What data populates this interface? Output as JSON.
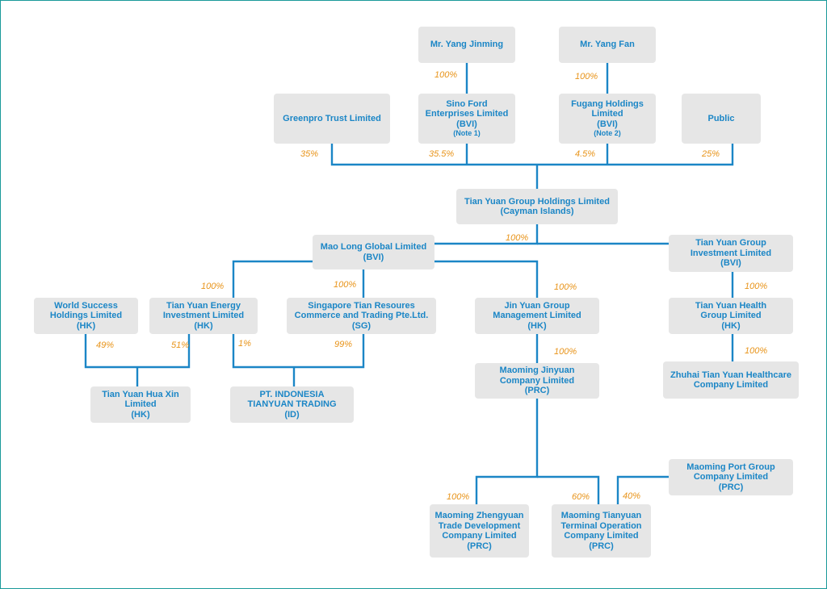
{
  "entities": {
    "yang_jinming": {
      "lines": [
        "Mr. Yang Jinming"
      ]
    },
    "yang_fan": {
      "lines": [
        "Mr. Yang Fan"
      ]
    },
    "greenpro": {
      "lines": [
        "Greenpro  Trust  Limited"
      ]
    },
    "sino_ford": {
      "lines": [
        "Sino Ford",
        "Enterprises Limited",
        "(BVI)"
      ],
      "note": "(Note 1)"
    },
    "fugang": {
      "lines": [
        "Fugang Holdings",
        "Limited",
        "(BVI)"
      ],
      "note": "(Note 2)"
    },
    "public": {
      "lines": [
        "Public"
      ]
    },
    "tian_yuan_group": {
      "lines": [
        "Tian Yuan Group Holdings Limited",
        "(Cayman Islands)"
      ]
    },
    "mao_long": {
      "lines": [
        "Mao Long Global Limited",
        "(BVI)"
      ]
    },
    "ty_investment": {
      "lines": [
        "Tian Yuan Group",
        "Investment  Limited",
        "(BVI)"
      ]
    },
    "world_success": {
      "lines": [
        "World Success",
        "Holdings Limited",
        "(HK)"
      ]
    },
    "ty_energy": {
      "lines": [
        "Tian Yuan Energy",
        "Investment Limited",
        "(HK)"
      ]
    },
    "singapore_tian": {
      "lines": [
        "Singapore Tian Resoures",
        "Commerce and Trading Pte.Ltd.",
        "(SG)"
      ]
    },
    "jin_yuan": {
      "lines": [
        "Jin Yuan Group",
        "Management Limited",
        "(HK)"
      ]
    },
    "ty_health": {
      "lines": [
        "Tian Yuan Health",
        "Group Limited",
        "(HK)"
      ]
    },
    "hua_xin": {
      "lines": [
        "Tian Yuan Hua Xin",
        "Limited",
        "(HK)"
      ]
    },
    "pt_indonesia": {
      "lines": [
        "PT. INDONESIA",
        "TIANYUAN TRADING",
        "(ID)"
      ]
    },
    "maoming_jinyuan": {
      "lines": [
        "Maoming Jinyuan",
        "Company Limited",
        "(PRC)"
      ]
    },
    "zhuhai": {
      "lines": [
        "Zhuhai Tian Yuan  Healthcare",
        "Company Limited"
      ]
    },
    "maoming_port": {
      "lines": [
        "Maoming Port Group",
        "Company Limited",
        "(PRC)"
      ]
    },
    "zhengyuan": {
      "lines": [
        "Maoming Zhengyuan",
        "Trade Development",
        "Company Limited",
        "(PRC)"
      ]
    },
    "tianyuan_terminal": {
      "lines": [
        "Maoming Tianyuan",
        "Terminal Operation",
        "Company Limited",
        "(PRC)"
      ]
    }
  },
  "ownership": [
    {
      "from": "yang_jinming",
      "to": "sino_ford",
      "label": "100%"
    },
    {
      "from": "yang_fan",
      "to": "fugang",
      "label": "100%"
    },
    {
      "from": "greenpro",
      "to": "tian_yuan_group",
      "label": "35%"
    },
    {
      "from": "sino_ford",
      "to": "tian_yuan_group",
      "label": "35.5%"
    },
    {
      "from": "fugang",
      "to": "tian_yuan_group",
      "label": "4.5%"
    },
    {
      "from": "public",
      "to": "tian_yuan_group",
      "label": "25%"
    },
    {
      "from": "tian_yuan_group",
      "to": "mao_long",
      "label": "100%"
    },
    {
      "from": "mao_long",
      "to": "ty_energy",
      "label": "100%"
    },
    {
      "from": "mao_long",
      "to": "singapore_tian",
      "label": "100%"
    },
    {
      "from": "mao_long",
      "to": "jin_yuan",
      "label": "100%"
    },
    {
      "from": "ty_investment",
      "to": "ty_health",
      "label": "100%"
    },
    {
      "from": "world_success",
      "to": "hua_xin",
      "label": "49%"
    },
    {
      "from": "ty_energy",
      "to": "hua_xin",
      "label": "51%"
    },
    {
      "from": "ty_energy",
      "to": "pt_indonesia",
      "label": "1%"
    },
    {
      "from": "singapore_tian",
      "to": "pt_indonesia",
      "label": "99%"
    },
    {
      "from": "jin_yuan",
      "to": "maoming_jinyuan",
      "label": "100%"
    },
    {
      "from": "ty_health",
      "to": "zhuhai",
      "label": "100%"
    },
    {
      "from": "maoming_jinyuan",
      "to": "zhengyuan",
      "label": "100%"
    },
    {
      "from": "maoming_jinyuan",
      "to": "tianyuan_terminal",
      "label": "60%"
    },
    {
      "from": "maoming_port",
      "to": "tianyuan_terminal",
      "label": "40%"
    }
  ],
  "colors": {
    "box_fill": "#e6e6e6",
    "box_text": "#1b86c6",
    "line": "#1b86c6",
    "percent": "#e8941a",
    "frame": "#1a9a9a"
  }
}
